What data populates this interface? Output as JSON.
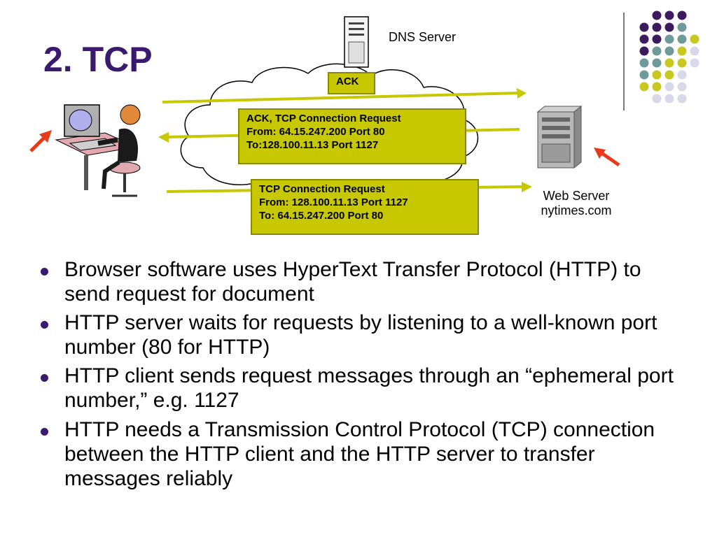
{
  "slide": {
    "title": "2. TCP",
    "colors": {
      "title": "#3a1a6e",
      "message_box": "#c8c800",
      "arrow": "#c8c800",
      "bullet": "#3a1a6e",
      "dot_purple": "#3d1a5e",
      "dot_teal": "#6f9a9a",
      "dot_yellow": "#c8c820",
      "dot_lavender": "#d8d8e8"
    }
  },
  "diagram": {
    "dns_server_label": "DNS Server",
    "web_server_label_line1": "Web Server",
    "web_server_label_line2": "nytimes.com",
    "ack_box": "ACK",
    "ack_request_box": {
      "line1": "ACK, TCP Connection Request",
      "line2": "From: 64.15.247.200 Port 80",
      "line3": "To:128.100.11.13 Port 1127"
    },
    "request_box": {
      "line1": "TCP Connection Request",
      "line2": "From:  128.100.11.13 Port 1127",
      "line3": "To: 64.15.247.200 Port 80"
    },
    "icons": {
      "client": "user-at-computer-icon",
      "dns_server": "server-tower-icon",
      "web_server": "server-tower-icon",
      "pointer_arrows": "red-arrow-icon",
      "network": "cloud-icon"
    }
  },
  "bullets": [
    "Browser software uses HyperText Transfer Protocol (HTTP) to send request for document",
    "HTTP server waits for requests by listening to a well-known port number (80 for HTTP)",
    "HTTP client sends request messages through an “ephemeral port number,” e.g. 1127",
    "HTTP needs a Transmission Control Protocol (TCP) connection between the HTTP client and the HTTP server to transfer messages reliably"
  ]
}
